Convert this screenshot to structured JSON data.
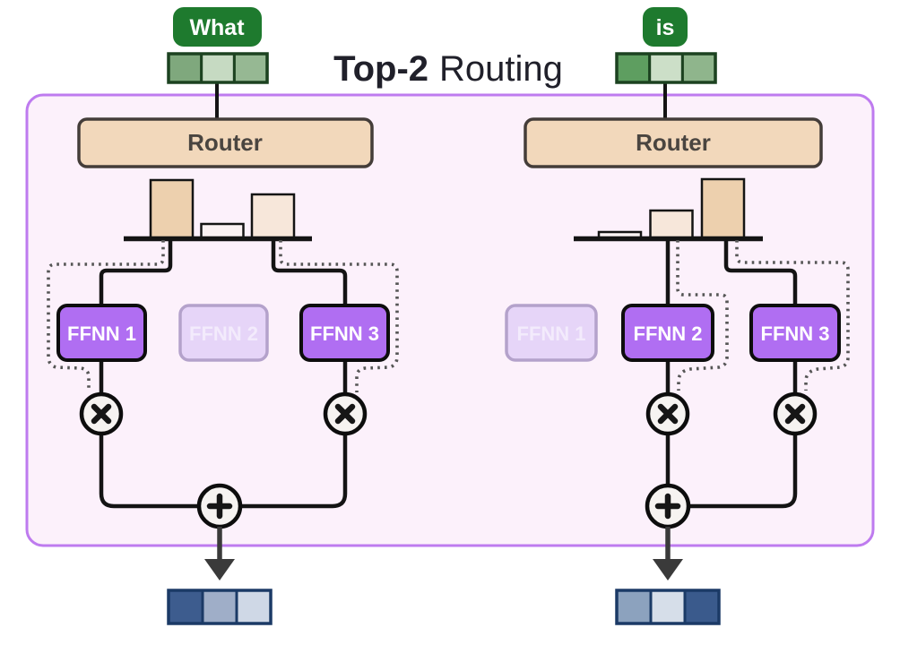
{
  "title": {
    "bold": "Top-2",
    "rest": "Routing"
  },
  "tokens": [
    {
      "label": "What",
      "embedding_colors": [
        "#7FA87D",
        "#C6DAC2",
        "#96B893"
      ]
    },
    {
      "label": "is",
      "embedding_colors": [
        "#5E9E60",
        "#CCDFC8",
        "#8FB58C"
      ]
    }
  ],
  "routers": [
    {
      "label": "Router",
      "weights": [
        0.65,
        0.16,
        0.49
      ],
      "bar_colors": [
        "#EDD0AE",
        "#FAF1F2",
        "#F7E7DA"
      ]
    },
    {
      "label": "Router",
      "weights": [
        0.07,
        0.31,
        0.66
      ],
      "bar_colors": [
        "#FBF4F4",
        "#F7E7DA",
        "#EDD0AE"
      ]
    }
  ],
  "experts": {
    "left": [
      {
        "label": "FFNN 1",
        "active": true
      },
      {
        "label": "FFNN 2",
        "active": false
      },
      {
        "label": "FFNN 3",
        "active": true
      }
    ],
    "right": [
      {
        "label": "FFNN 1",
        "active": false
      },
      {
        "label": "FFNN 2",
        "active": true
      },
      {
        "label": "FFNN 3",
        "active": true
      }
    ]
  },
  "outputs": [
    {
      "embedding_colors": [
        "#3D5C8E",
        "#9FAEC8",
        "#CFD8E6"
      ]
    },
    {
      "embedding_colors": [
        "#8CA2BE",
        "#D6DEE9",
        "#3A5A8C"
      ]
    }
  ],
  "icons": {
    "multiply": "✕",
    "plus": "+",
    "arrow_down": "▼"
  },
  "colors": {
    "container_fill": "#FCF1FB",
    "container_border": "#BE7BEF",
    "token_green": "#1E7A2E",
    "token_strip_border": "#1C4220",
    "router_fill": "#F2D8BB",
    "router_border": "#443D39",
    "expert_active": "#B06EF2",
    "expert_inactive": "#E6D5F8",
    "output_strip_border": "#1B3A66",
    "line": "#141414",
    "dotted_line": "#555555",
    "arrow": "#3A3A3A"
  }
}
